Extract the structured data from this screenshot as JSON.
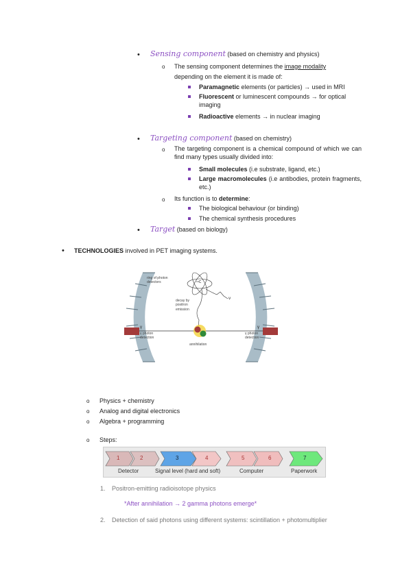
{
  "sensing": {
    "title": "Sensing component",
    "note": "(based on chemistry and physics)",
    "desc_a": "The sensing component determines the ",
    "desc_u": "image modality",
    "desc_b": "depending on the element it is made of:",
    "items": [
      {
        "b": "Paramagnetic",
        "t": " elements (or particles) → used in MRI"
      },
      {
        "b": "Fluorescent",
        "t": " or luminescent compounds → for optical imaging"
      },
      {
        "b": "Radioactive",
        "t": " elements → in nuclear imaging"
      }
    ]
  },
  "targeting": {
    "title": "Targeting component",
    "note": "(based on chemistry)",
    "desc": "The targeting component is a chemical compound of which we can find many types usually divided into:",
    "items": [
      {
        "b": "Small molecules",
        "t": " (i.e substrate, ligand, etc.)"
      },
      {
        "b": "Large macromolecules",
        "t": " (i.e antibodies, protein fragments, etc.)"
      }
    ],
    "function_a": "Its function is to ",
    "function_b": "determine",
    "function_c": ":",
    "function_items": [
      "The biological behaviour (or binding)",
      "The chemical synthesis procedures"
    ]
  },
  "target": {
    "title": "Target",
    "note": "(based on biology)"
  },
  "technologies": {
    "b": "TECHNOLOGIES",
    "t": " involved in PET imaging systems."
  },
  "figure": {
    "ring_label": "ring of photon detectors",
    "isotope": "¹⁸C",
    "decay": "decay by positron emission",
    "neutrino": "ν",
    "gamma": "γ",
    "left_det": "γ photon detection",
    "right_det": "γ photon detection",
    "annihilation": "annihilation"
  },
  "tech_list": [
    "Physics + chemistry",
    "Analog and digital electronics",
    "Algebra + programming"
  ],
  "steps_label": "Steps:",
  "steps_bar": {
    "nums": [
      "1",
      "2",
      "3",
      "4",
      "5",
      "6",
      "7"
    ],
    "labels": [
      "Detector",
      "Signal level (hard and soft)",
      "Computer",
      "Paperwork"
    ]
  },
  "numbered": [
    {
      "n": "1.",
      "t": "Positron-emitting radioisotope physics"
    },
    {
      "n": "2.",
      "t": "Detection of said photons using different systems: scintillation + photomultiplier"
    }
  ],
  "annihilation_note": "*After annihilation → 2 gamma photons emerge*"
}
